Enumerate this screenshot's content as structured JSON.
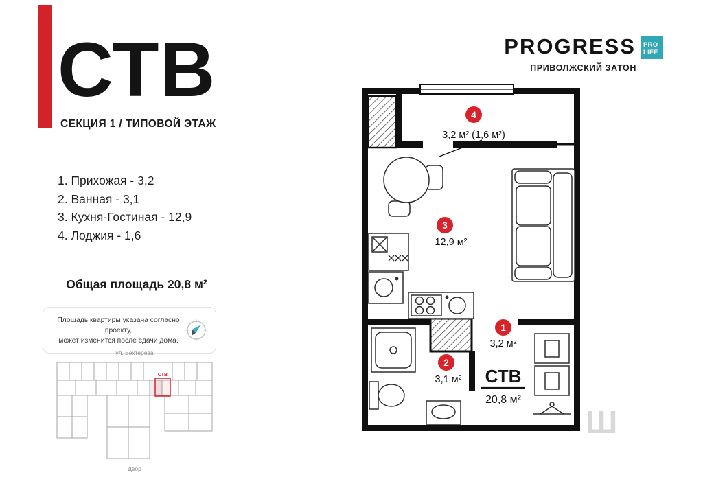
{
  "colors": {
    "accent_red": "#d2232a",
    "marker_red": "#d8232a",
    "badge_teal": "#2fa9b6",
    "wall_black": "#101010"
  },
  "brand": {
    "title": "СТВ",
    "subtitle": "СЕКЦИЯ 1 / ТИПОВОЙ ЭТАЖ"
  },
  "logo": {
    "name": "PROGRESS",
    "badge_line1": "PRO",
    "badge_line2": "LIFE",
    "location": "ПРИВОЛЖСКИЙ ЗАТОН"
  },
  "room_list": [
    "1. Прихожая - 3,2",
    "2. Ванная - 3,1",
    "3. Кухня-Гостиная - 12,9",
    "4. Лоджия - 1,6"
  ],
  "total_area": "Общая площадь 20,8 м²",
  "disclaimer": {
    "line1": "Площадь квартиры указана согласно проекту,",
    "line2": "может изменится после сдачи дома."
  },
  "mini_plan": {
    "street": "ул. Бехтерева",
    "yard": "Двор",
    "unit": "СТВ"
  },
  "plan": {
    "rooms": [
      {
        "num": "4",
        "area": "3,2 м² (1,6 м²)"
      },
      {
        "num": "3",
        "area": "12,9 м²"
      },
      {
        "num": "2",
        "area": "3,1 м²"
      },
      {
        "num": "1",
        "area": "3,2 м²"
      }
    ],
    "unit_name": "СТВ",
    "unit_area": "20,8 м²"
  },
  "watermark": "Ш"
}
